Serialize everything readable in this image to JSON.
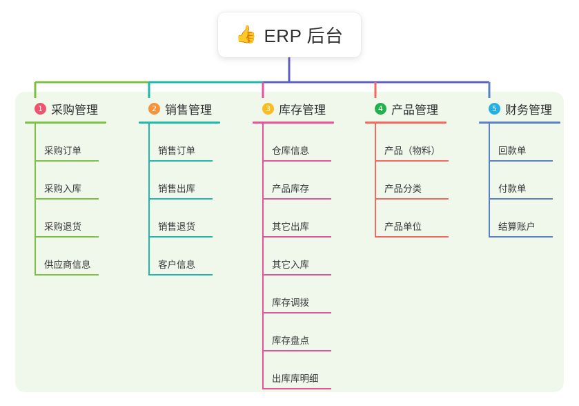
{
  "root": {
    "icon": "thumbs-up-icon",
    "icon_glyph": "👍",
    "title": "ERP 后台"
  },
  "panel": {
    "background_color": "#f0f8ec"
  },
  "root_connector_color": "#5c5fc8",
  "columns": [
    {
      "number": "1",
      "title": "采购管理",
      "badge_color": "#ef546e",
      "line_color": "#7cc242",
      "items": [
        "采购订单",
        "采购入库",
        "采购退货",
        "供应商信息"
      ]
    },
    {
      "number": "2",
      "title": "销售管理",
      "badge_color": "#f79239",
      "line_color": "#1fb8ac",
      "items": [
        "销售订单",
        "销售出库",
        "销售退货",
        "客户信息"
      ]
    },
    {
      "number": "3",
      "title": "库存管理",
      "badge_color": "#fbbc22",
      "line_color": "#e8529a",
      "items": [
        "仓库信息",
        "产品库存",
        "其它出库",
        "其它入库",
        "库存调拨",
        "库存盘点",
        "出库库明细"
      ]
    },
    {
      "number": "4",
      "title": "产品管理",
      "badge_color": "#22b24c",
      "line_color": "#f4685f",
      "items": [
        "产品（物料）",
        "产品分类",
        "产品单位"
      ]
    },
    {
      "number": "5",
      "title": "财务管理",
      "badge_color": "#22b0e8",
      "line_color": "#5b7fc7",
      "items": [
        "回款单",
        "付款单",
        "结算账户"
      ]
    }
  ]
}
